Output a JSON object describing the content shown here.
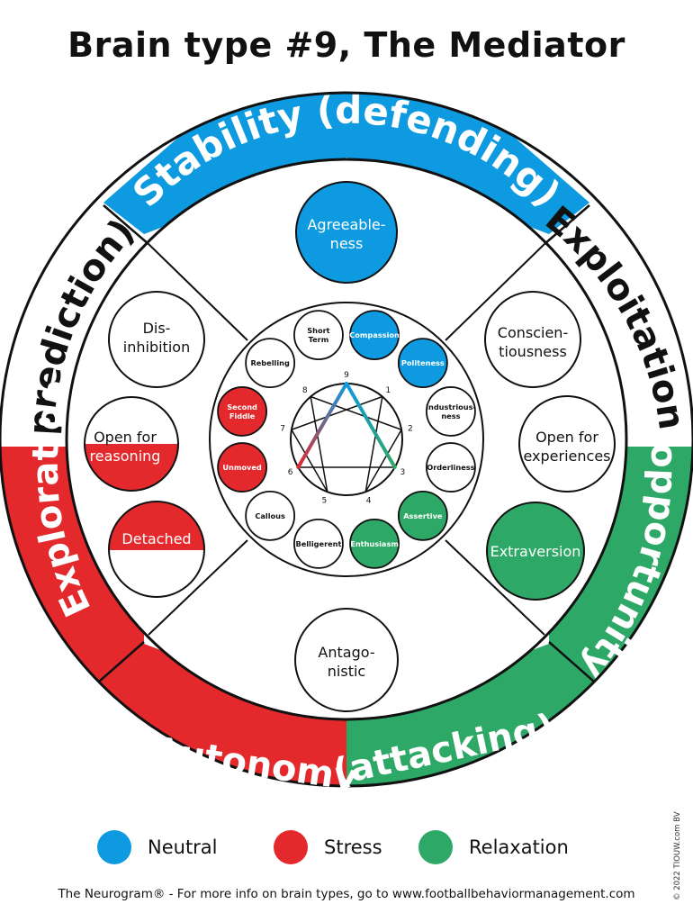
{
  "title": "Brain type #9, The Mediator",
  "colors": {
    "neutral": "#0e9ae0",
    "stress": "#e3292c",
    "relaxation": "#2ea866",
    "outline": "#111111"
  },
  "ring": {
    "top": "Stability (defending)",
    "left": "(prediction)",
    "left_lower": "Exploration",
    "right": "Exploitation (",
    "right_lower": "opportunity)",
    "bottom_left": "Autonomy",
    "bottom_right": "(attacking)"
  },
  "traits": {
    "agreeableness": [
      "Agreeable-",
      "ness"
    ],
    "disinhibition": [
      "Dis-",
      "inhibition"
    ],
    "open_reasoning": [
      "Open for",
      "reasoning"
    ],
    "detached": "Detached",
    "conscientiousness": [
      "Conscien-",
      "tiousness"
    ],
    "open_experiences": [
      "Open for",
      "experiences"
    ],
    "extraversion": "Extraversion",
    "antagonistic": [
      "Antago-",
      "nistic"
    ]
  },
  "enneagram": {
    "small_circles": [
      {
        "key": "compassion",
        "lines": [
          "Compassion"
        ],
        "state": "neutral"
      },
      {
        "key": "politeness",
        "lines": [
          "Politeness"
        ],
        "state": "neutral"
      },
      {
        "key": "industriousness",
        "lines": [
          "Industrious-",
          "ness"
        ],
        "state": "none"
      },
      {
        "key": "orderliness",
        "lines": [
          "Orderliness"
        ],
        "state": "none"
      },
      {
        "key": "assertive",
        "lines": [
          "Assertive"
        ],
        "state": "relaxation"
      },
      {
        "key": "enthusiasm",
        "lines": [
          "Enthusiasm"
        ],
        "state": "relaxation"
      },
      {
        "key": "belligerent",
        "lines": [
          "Belligerent"
        ],
        "state": "none"
      },
      {
        "key": "callous",
        "lines": [
          "Callous"
        ],
        "state": "none"
      },
      {
        "key": "unmoved",
        "lines": [
          "Unmoved"
        ],
        "state": "stress"
      },
      {
        "key": "second_fiddle",
        "lines": [
          "Second",
          "Fiddle"
        ],
        "state": "stress"
      },
      {
        "key": "rebelling",
        "lines": [
          "Rebelling"
        ],
        "state": "none"
      },
      {
        "key": "short_term",
        "lines": [
          "Short",
          "Term"
        ],
        "state": "none"
      }
    ],
    "numbers": [
      "9",
      "1",
      "2",
      "3",
      "4",
      "5",
      "6",
      "7",
      "8"
    ]
  },
  "legend": [
    {
      "label": "Neutral",
      "color": "#0e9ae0"
    },
    {
      "label": "Stress",
      "color": "#e3292c"
    },
    {
      "label": "Relaxation",
      "color": "#2ea866"
    }
  ],
  "footer": "The Neurogram® - For more info on brain types, go to www.footballbehaviormanagement.com",
  "copyright": "© 2022 TIOUW.com BV"
}
